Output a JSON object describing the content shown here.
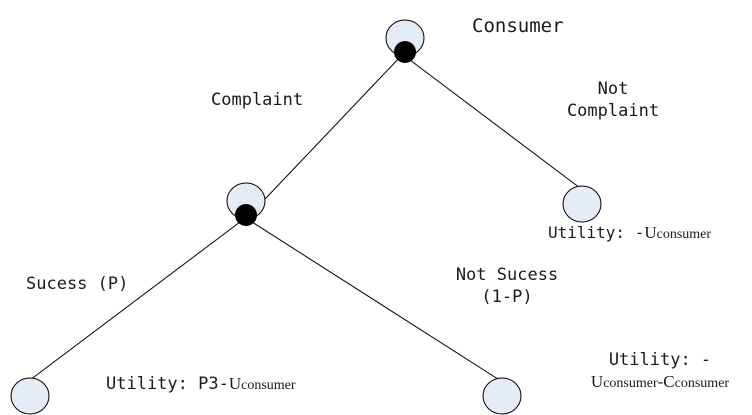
{
  "diagram": {
    "type": "game-tree",
    "root": {
      "label": "Consumer",
      "branches": [
        {
          "label_lines": [
            "Complaint"
          ],
          "node": {
            "branches": [
              {
                "label": "Sucess (P)",
                "payoff": {
                  "prefix": "Utility: P3-",
                  "parts": [
                    {
                      "main": "U",
                      "sub": "consumer"
                    }
                  ]
                }
              },
              {
                "label_lines": [
                  "Not Sucess",
                  "(1-P)"
                ],
                "payoff": {
                  "line1": "Utility: -",
                  "parts": [
                    {
                      "main": "U",
                      "sub": "consumer"
                    },
                    {
                      "sep": "-"
                    },
                    {
                      "main": "C",
                      "sub": "consumer"
                    }
                  ]
                }
              }
            ]
          }
        },
        {
          "label_lines": [
            "Not",
            "Complaint"
          ],
          "payoff": {
            "prefix": "Utility: -",
            "parts": [
              {
                "main": "U",
                "sub": "consumer"
              }
            ]
          }
        }
      ]
    },
    "colors": {
      "node_fill": "#e6ecf6",
      "decision_dot": "#000000",
      "edge": "#000000"
    }
  },
  "text": {
    "consumer": "Consumer",
    "complaint": "Complaint",
    "not_complaint_1": "Not",
    "not_complaint_2": "Complaint",
    "success": "Sucess (P)",
    "not_success_1": "Not Sucess",
    "not_success_2": "(1-P)",
    "utility_nc_prefix": "Utility: -",
    "utility_s_prefix": "Utility: P3-",
    "utility_ns_line1": "Utility: -",
    "U": "U",
    "C": "C",
    "sub_consumer": "consumer",
    "dash": "-"
  }
}
